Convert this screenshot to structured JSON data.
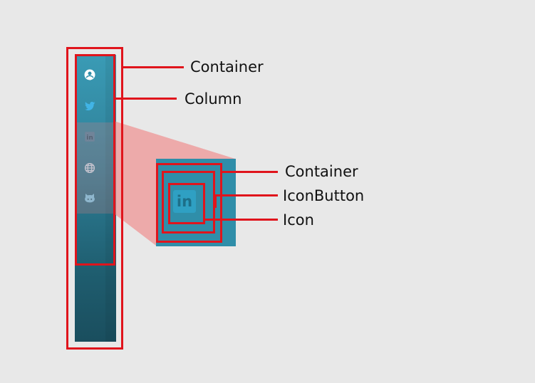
{
  "callouts": {
    "outer_container": "Container",
    "column": "Column",
    "zoom_container": "Container",
    "icon_button": "IconButton",
    "icon": "Icon"
  },
  "sidebar": {
    "icons": [
      "account-circle-icon",
      "twitter-icon",
      "linkedin-icon",
      "globe-icon",
      "github-icon"
    ]
  },
  "zoom_icon": {
    "name": "linkedin-icon",
    "text": "in"
  },
  "colors": {
    "annotation": "#e0141c",
    "sidebar_top": "#3a9bb5",
    "sidebar_bottom": "#1a4e5e",
    "highlight": "#f08080"
  }
}
